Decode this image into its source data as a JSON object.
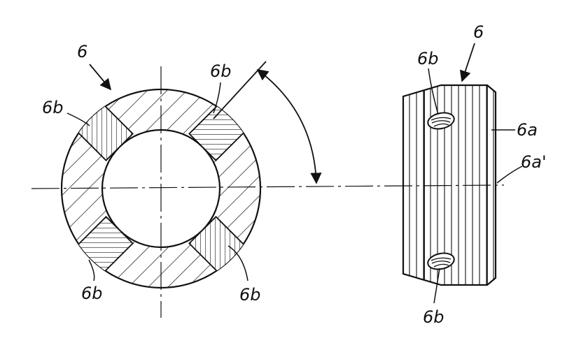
{
  "labels": {
    "ring_number": "6",
    "ring_slot_top_left": "6b",
    "ring_slot_top_right": "6b",
    "ring_slot_bottom_left": "6b",
    "ring_slot_bottom_right": "6b",
    "side_number": "6",
    "side_hole_top": "6b",
    "side_face": "6a",
    "side_edge": "6a'",
    "side_hole_bottom": "6b"
  },
  "colors": {
    "ink": "#111111",
    "paper": "#ffffff"
  }
}
